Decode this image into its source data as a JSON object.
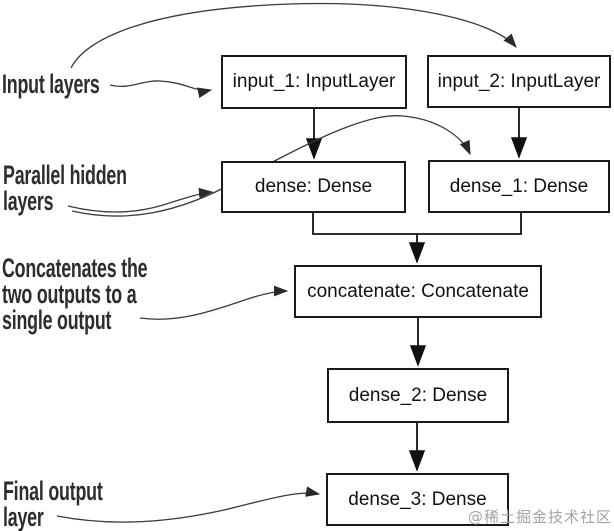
{
  "nodes": {
    "input_1": {
      "label": "input_1: InputLayer"
    },
    "input_2": {
      "label": "input_2: InputLayer"
    },
    "dense": {
      "label": "dense: Dense"
    },
    "dense_1": {
      "label": "dense_1: Dense"
    },
    "concatenate": {
      "label": "concatenate: Concatenate"
    },
    "dense_2": {
      "label": "dense_2: Dense"
    },
    "dense_3": {
      "label": "dense_3: Dense"
    }
  },
  "edges": [
    {
      "from": "input_1",
      "to": "dense"
    },
    {
      "from": "input_2",
      "to": "dense_1"
    },
    {
      "from": "dense",
      "to": "concatenate"
    },
    {
      "from": "dense_1",
      "to": "concatenate"
    },
    {
      "from": "concatenate",
      "to": "dense_2"
    },
    {
      "from": "dense_2",
      "to": "dense_3"
    }
  ],
  "annotations": {
    "input_layers": {
      "lines": [
        "Input layers"
      ],
      "points_to": [
        "input_1",
        "input_2"
      ]
    },
    "parallel_hidden": {
      "lines": [
        "Parallel hidden",
        "layers"
      ],
      "points_to": [
        "dense",
        "dense_1"
      ]
    },
    "concatenate_note": {
      "lines": [
        "Concatenates the",
        "two outputs to a",
        "single output"
      ],
      "points_to": [
        "concatenate"
      ]
    },
    "final_output": {
      "lines": [
        "Final output",
        "layer"
      ],
      "points_to": [
        "dense_3"
      ]
    }
  },
  "watermark": {
    "text": "@稀土掘金技术社区"
  },
  "colors": {
    "background": "#ffffff",
    "node_border": "#1a1a1a",
    "node_text": "#111111",
    "edge": "#111111",
    "annotation_text": "#2d2d2d",
    "annotation_line": "#3a3a3a",
    "watermark": "#a3a3a3"
  }
}
